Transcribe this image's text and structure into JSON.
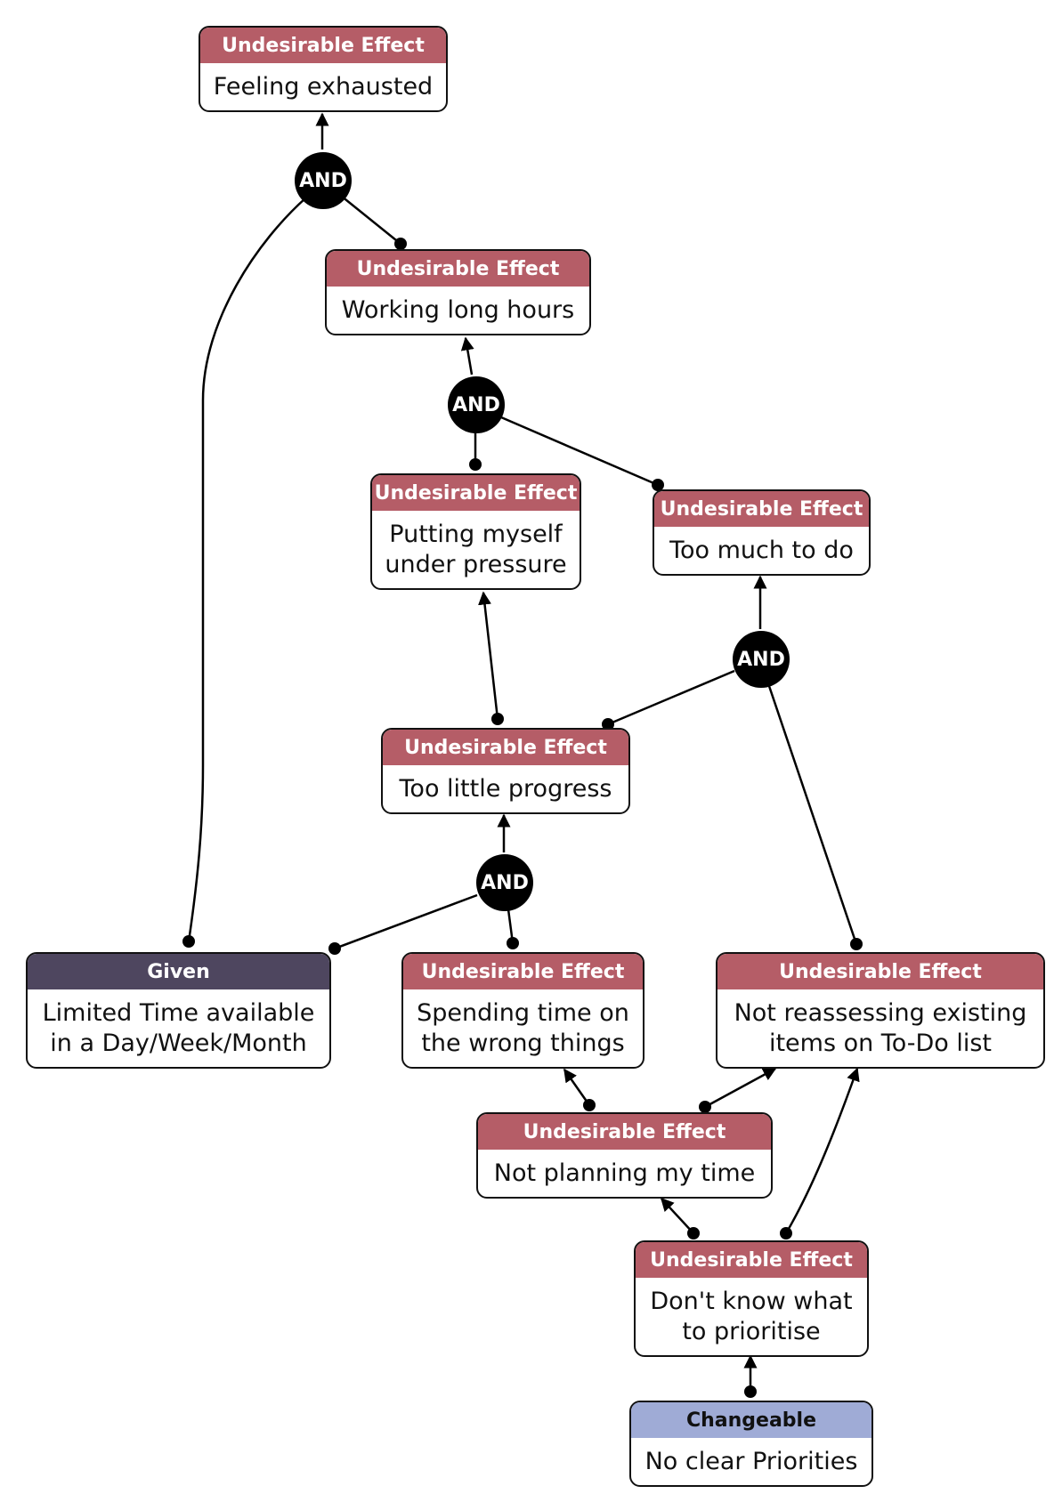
{
  "nodes": {
    "feeling_exhausted": {
      "header": "Undesirable Effect",
      "text": "Feeling exhausted"
    },
    "working_long_hours": {
      "header": "Undesirable Effect",
      "text": "Working long hours"
    },
    "putting_pressure": {
      "header": "Undesirable Effect",
      "text": "Putting myself\nunder pressure"
    },
    "too_much": {
      "header": "Undesirable Effect",
      "text": "Too much to do"
    },
    "too_little": {
      "header": "Undesirable Effect",
      "text": "Too little progress"
    },
    "limited_time": {
      "header": "Given",
      "text": "Limited Time available\nin a Day/Week/Month"
    },
    "spending_time": {
      "header": "Undesirable Effect",
      "text": "Spending time on\nthe wrong things"
    },
    "not_reassessing": {
      "header": "Undesirable Effect",
      "text": "Not reassessing existing\nitems on To-Do list"
    },
    "not_planning": {
      "header": "Undesirable Effect",
      "text": "Not planning my time"
    },
    "dont_know": {
      "header": "Undesirable Effect",
      "text": "Don't know what\nto prioritise"
    },
    "no_priorities": {
      "header": "Changeable",
      "text": "No clear Priorities"
    }
  },
  "gates": {
    "and1": "AND",
    "and2": "AND",
    "and3": "AND",
    "and4": "AND"
  },
  "colors": {
    "undesirable_effect": "#b55d67",
    "given": "#4e465f",
    "changeable": "#9fabd6"
  }
}
